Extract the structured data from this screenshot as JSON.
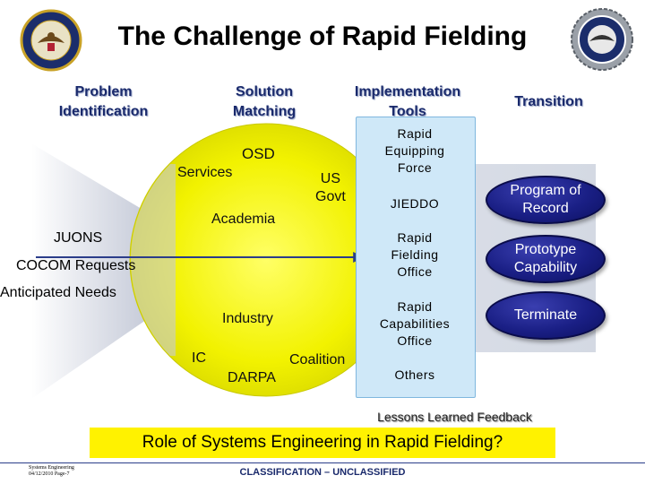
{
  "title": "The Challenge of Rapid Fielding",
  "columns": {
    "problem": "Problem\nIdentification",
    "solution": "Solution\nMatching",
    "implementation": "Implementation\nTools",
    "transition": "Transition"
  },
  "circle_labels": {
    "osd": "OSD",
    "services": "Services",
    "us_govt": "US\nGovt",
    "academia": "Academia",
    "industry": "Industry",
    "ic": "IC",
    "coalition": "Coalition",
    "darpa": "DARPA"
  },
  "problem_inputs": [
    "JUONS",
    "COCOM Requests",
    "Anticipated Needs"
  ],
  "tools": [
    "Rapid\nEquipping\nForce",
    "JIEDDO",
    "Rapid\nFielding\nOffice",
    "Rapid\nCapabilities\nOffice",
    "Others"
  ],
  "transitions": [
    "Program of\nRecord",
    "Prototype\nCapability",
    "Terminate"
  ],
  "lessons_feedback": "Lessons Learned Feedback",
  "role_question": "Role of Systems Engineering in Rapid Fielding?",
  "footer": {
    "left_line1": "Systems Engineering",
    "left_line2": "04/12/2010 Page-7",
    "classification": "CLASSIFICATION – UNCLASSIFIED"
  },
  "colors": {
    "heading": "#1a2a6c",
    "oval": "#1a1f85",
    "tool_panel": "#cfe8f8",
    "highlight": "#fff200",
    "arrow": "#2b3d8a"
  },
  "icons": {
    "left_seal": "dod-seal-icon",
    "right_seal": "dau-seal-icon"
  }
}
